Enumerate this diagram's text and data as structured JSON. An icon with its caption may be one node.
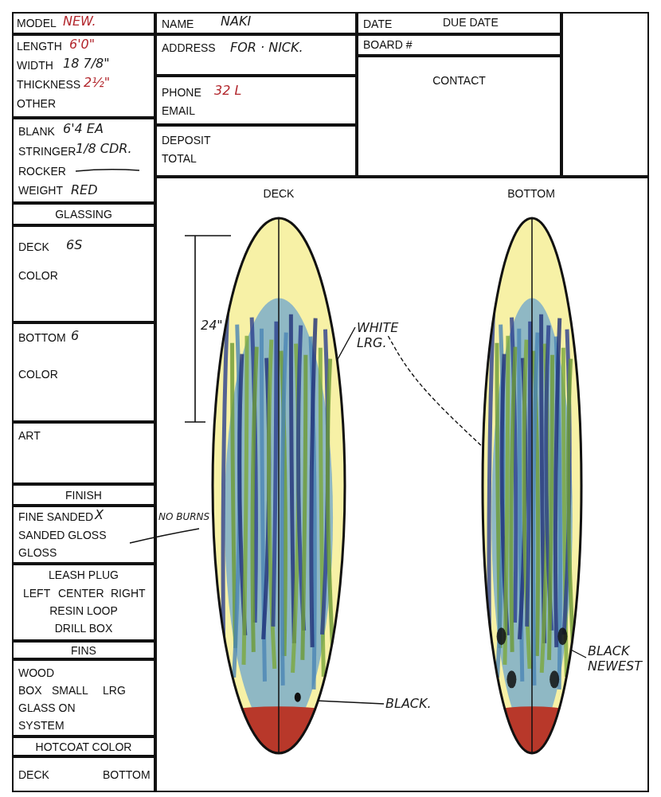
{
  "diagram": {
    "nodes": [
      {
        "text": [
          "MODEL",
          "NEW."
        ]
      },
      {
        "text": [
          "LENGTH",
          "6'0\"",
          "WIDTH",
          "18 7/8\"",
          "THICKNESS",
          "2½\"",
          "OTHER"
        ]
      },
      {
        "text": [
          "BLANK",
          "6'4 EA",
          "STRINGER",
          "1/8 CDR.",
          "ROCKER",
          "WEIGHT",
          "RED"
        ]
      },
      {
        "text": [
          "GLASSING"
        ]
      },
      {
        "text": [
          "DECK",
          "6S",
          "COLOR"
        ]
      },
      {
        "text": [
          "BOTTOM",
          "6",
          "COLOR"
        ]
      },
      {
        "text": [
          "ART"
        ]
      },
      {
        "text": [
          "FINISH"
        ]
      },
      {
        "text": [
          "FINE SANDED",
          "X",
          "SANDED GLOSS",
          "GLOSS"
        ]
      },
      {
        "text": [
          "LEASH PLUG",
          "LEFT",
          "CENTER",
          "RIGHT",
          "RESIN LOOP",
          "DRILL BOX"
        ]
      },
      {
        "text": [
          "FINS"
        ]
      },
      {
        "text": [
          "WOOD",
          "BOX",
          "SMALL",
          "LRG",
          "GLASS ON",
          "SYSTEM"
        ]
      },
      {
        "text": [
          "HOTCOAT COLOR"
        ]
      },
      {
        "text": [
          "DECK",
          "BOTTOM"
        ]
      },
      {
        "text": [
          "NAME",
          "NAKI"
        ]
      },
      {
        "text": [
          "ADDRESS",
          "FOR · NICK."
        ]
      },
      {
        "text": [
          "PHONE",
          "32 L",
          "EMAIL"
        ]
      },
      {
        "text": [
          "DEPOSIT",
          "TOTAL"
        ]
      },
      {
        "text": [
          "DATE",
          "DUE DATE"
        ]
      },
      {
        "text": [
          "BOARD #"
        ]
      },
      {
        "text": [
          "CONTACT"
        ]
      },
      {
        "text": [],
        "shape": "box"
      },
      {
        "text": [
          "DECK",
          "BOTTOM"
        ]
      },
      {
        "text": [],
        "shape": "picture",
        "in": 22
      },
      {
        "text": [],
        "shape": "picture",
        "in": 22
      },
      {
        "text": [
          "WHITE LRG."
        ],
        "in": 22
      },
      {
        "text": [
          "BLACK."
        ],
        "in": 22
      },
      {
        "text": [
          "BLACK NEWEST"
        ],
        "in": 22
      }
    ],
    "edges": [
      {
        "from": 25,
        "to": 23,
        "arrow": "none"
      },
      {
        "from": 25,
        "to": 24,
        "arrow": "none",
        "style": "dashed"
      },
      {
        "from": 26,
        "to": 23,
        "arrow": "none"
      },
      {
        "from": 27,
        "to": 24,
        "arrow": "none"
      }
    ],
    "labels": [
      "24\"",
      "NO BURNS"
    ]
  }
}
